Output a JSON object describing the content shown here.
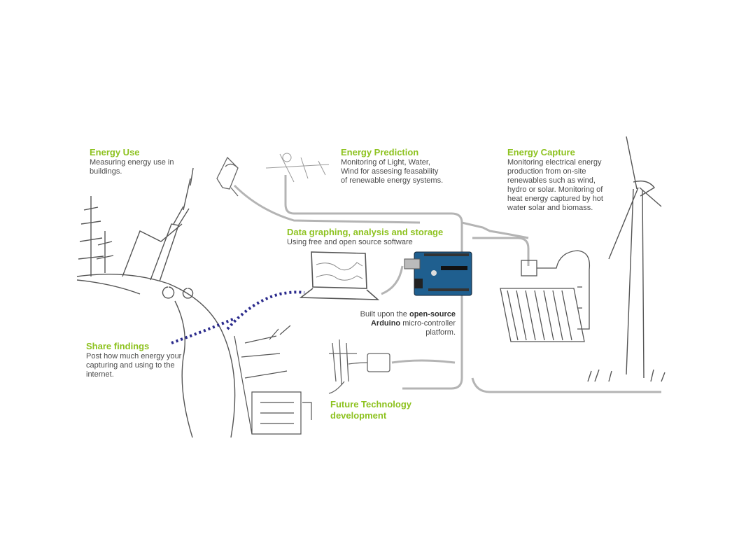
{
  "colors": {
    "accent": "#8dc21f",
    "text": "#4a4a4a",
    "cable": "#b4b4b4",
    "wireless": "#2a2a8c",
    "sketch": "#555555",
    "board": "#1f5f8f"
  },
  "blocks": {
    "energy_use": {
      "title": "Energy Use",
      "body": "Measuring energy use in\nbuildings."
    },
    "energy_prediction": {
      "title": "Energy Prediction",
      "body": "Monitoring of Light, Water,\nWind for assesing feasability\nof renewable energy systems."
    },
    "energy_capture": {
      "title": "Energy Capture",
      "body": "Monitoring electrical energy\nproduction from on-site\nrenewables such as wind,\nhydro or solar. Monitoring of\nheat energy captured by hot\nwater solar and biomass."
    },
    "data_graphing": {
      "title": "Data graphing, analysis and storage",
      "body": "Using free and open source software"
    },
    "share_findings": {
      "title": "Share findings",
      "body": "Post how much energy your\ncapturing and using to the\ninternet."
    },
    "future_tech": {
      "title": "Future Technology\ndevelopment"
    }
  },
  "arduino_note": {
    "prefix": "Built upon the ",
    "bold1": "open-source",
    "bold2": "Arduino",
    "mid": " micro-controller",
    "suffix": "platform."
  }
}
